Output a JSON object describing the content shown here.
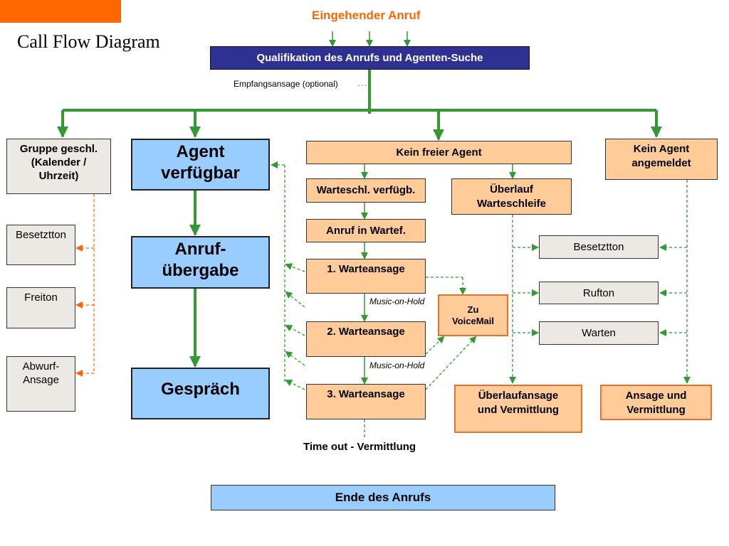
{
  "title": "Call Flow Diagram",
  "incoming": "Eingehender Anruf",
  "qualification": "Qualifikation des Anrufs und Agenten-Suche",
  "greeting": "Empfangsansage (optional)",
  "left_column": {
    "group_closed": "Gruppe geschl. (Kalender / Uhrzeit)",
    "busy": "Besetztton",
    "free": "Freiton",
    "reject": "Abwurf- Ansage"
  },
  "agent_column": {
    "agent_available": "Agent verfügbar",
    "handover": "Anruf- übergabe",
    "conversation": "Gespräch"
  },
  "no_agent_column": {
    "no_free_agent": "Kein freier Agent",
    "queue_available": "Warteschl. verfügb.",
    "call_in_queue": "Anruf in Wartef.",
    "announcement_1": "1. Warteansage",
    "announcement_2": "2. Warteansage",
    "announcement_3": "3. Warteansage",
    "music_on_hold_1": "Music-on-Hold",
    "music_on_hold_2": "Music-on-Hold",
    "voicemail": "Zu VoiceMail",
    "timeout": "Time out - Vermittlung"
  },
  "overflow_column": {
    "overflow_queue": "Überlauf Warteschleife",
    "busy": "Besetztton",
    "ringing": "Rufton",
    "waiting": "Warten",
    "overflow_announcement": "Überlaufansage und Vermittlung"
  },
  "not_logged_column": {
    "no_agent_logged_in": "Kein Agent angemeldet",
    "announcement_transfer": "Ansage und Vermittlung"
  },
  "end": "Ende des Anrufs",
  "colors": {
    "green": "#339933",
    "orange_accent": "#ff6600",
    "navy": "#2e3192",
    "blue_box": "#99ccff",
    "peach_box": "#ffcc99",
    "grey_box": "#ece9e4"
  }
}
